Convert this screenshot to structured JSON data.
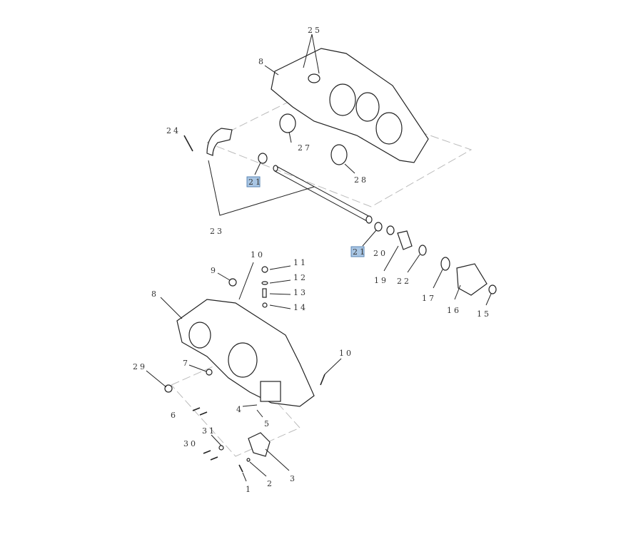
{
  "diagram_title": "",
  "labels": [
    "25",
    "8",
    "24",
    "27",
    "21",
    "28",
    "23",
    "21",
    "20",
    "19",
    "22",
    "17",
    "16",
    "15",
    "10",
    "9",
    "11",
    "12",
    "13",
    "14",
    "8",
    "10",
    "29",
    "7",
    "6",
    "4",
    "5",
    "31",
    "30",
    "3",
    "2",
    "1"
  ],
  "highlight_color": "#a9c6e4"
}
